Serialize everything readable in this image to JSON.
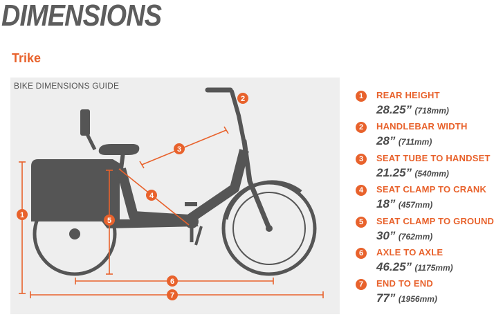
{
  "header": {
    "title": "DIMENSIONS",
    "subtitle": "Trike"
  },
  "diagram": {
    "guide_label": "BIKE DIMENSIONS GUIDE",
    "markers": [
      "1",
      "2",
      "3",
      "4",
      "5",
      "6",
      "7"
    ]
  },
  "dimensions": [
    {
      "num": "1",
      "label": "REAR HEIGHT",
      "value": "28.25”",
      "mm": "(718mm)"
    },
    {
      "num": "2",
      "label": "HANDLEBAR WIDTH",
      "value": "28”",
      "mm": "(711mm)"
    },
    {
      "num": "3",
      "label": "SEAT TUBE TO HANDSET",
      "value": "21.25”",
      "mm": "(540mm)"
    },
    {
      "num": "4",
      "label": "SEAT CLAMP TO CRANK",
      "value": "18”",
      "mm": "(457mm)"
    },
    {
      "num": "5",
      "label": "SEAT CLAMP TO GROUND",
      "value": "30”",
      "mm": "(762mm)"
    },
    {
      "num": "6",
      "label": "AXLE TO AXLE",
      "value": "46.25”",
      "mm": "(1175mm)"
    },
    {
      "num": "7",
      "label": "END TO END",
      "value": "77”",
      "mm": "(1956mm)"
    }
  ],
  "colors": {
    "accent": "#e8622c",
    "bike": "#555555",
    "panel": "#eeeeee"
  }
}
